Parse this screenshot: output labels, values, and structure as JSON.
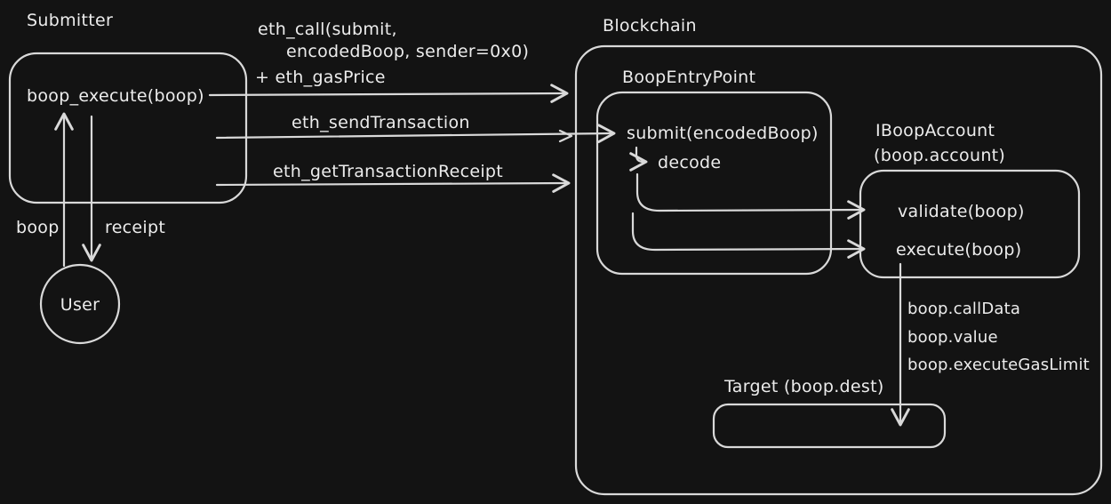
{
  "canvas": {
    "background": "#131313",
    "stroke_color": "#d9d9d9",
    "text_color": "#ececec"
  },
  "submitter": {
    "title": "Submitter",
    "method": "boop_execute(boop)"
  },
  "user": {
    "label": "User",
    "boop_label": "boop",
    "receipt_label": "receipt"
  },
  "rpc_arrows": {
    "eth_call_line1": "eth_call(submit,",
    "eth_call_line2": "encodedBoop, sender=0x0)",
    "eth_call_line3": "+ eth_gasPrice",
    "send_transaction": "eth_sendTransaction",
    "get_transaction_receipt": "eth_getTransactionReceipt"
  },
  "blockchain": {
    "title": "Blockchain",
    "entrypoint": {
      "title": "BoopEntryPoint",
      "submit_method": "submit(encodedBoop)",
      "decode_label": "decode"
    },
    "account": {
      "title_line1": "IBoopAccount",
      "title_line2": "(boop.account)",
      "validate_method": "validate(boop)",
      "execute_method": "execute(boop)"
    },
    "call_params": [
      "boop.callData",
      "boop.value",
      "boop.executeGasLimit"
    ],
    "target": {
      "title": "Target (boop.dest)"
    }
  }
}
